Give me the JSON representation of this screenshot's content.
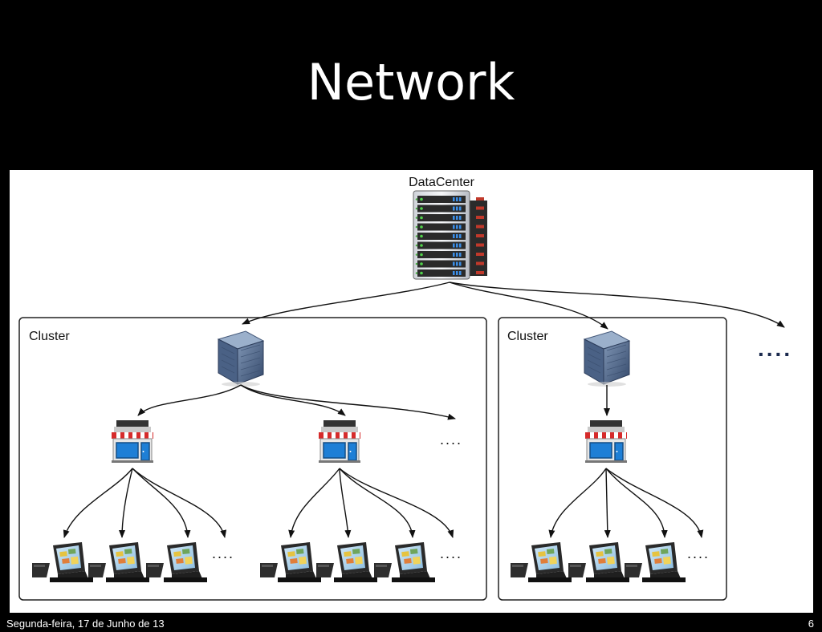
{
  "slide": {
    "title": "Network"
  },
  "footer": {
    "date": "Segunda-feira, 17 de Junho de 13",
    "page": "6"
  },
  "diagram": {
    "datacenter_label": "DataCenter",
    "cluster_labels": [
      "Cluster",
      "Cluster"
    ],
    "ellipsis": "....",
    "colors": {
      "arrow": "#111111",
      "outer_ellipsis": "#1b2a4e",
      "box_border": "#222222"
    }
  }
}
